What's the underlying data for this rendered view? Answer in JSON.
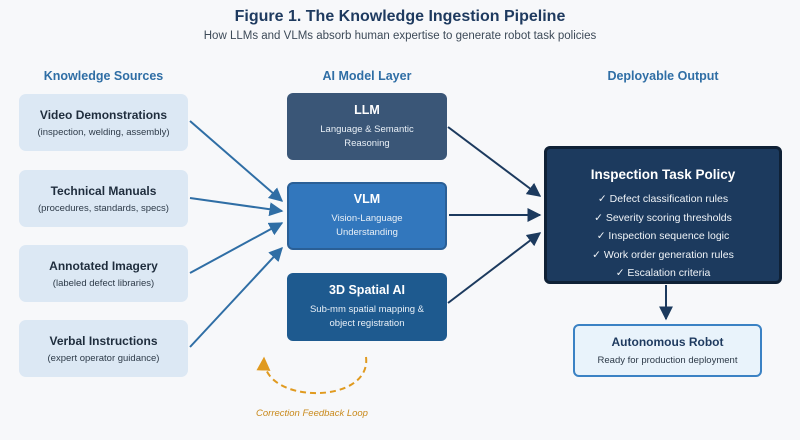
{
  "title": "Figure 1. The Knowledge Ingestion Pipeline",
  "subtitle": "How LLMs and VLMs absorb human expertise to generate robot task policies",
  "columns": {
    "sources": "Knowledge Sources",
    "models": "AI Model Layer",
    "output": "Deployable Output"
  },
  "sources": [
    {
      "name": "Video Demonstrations",
      "desc": "(inspection, welding, assembly)"
    },
    {
      "name": "Technical Manuals",
      "desc": "(procedures, standards, specs)"
    },
    {
      "name": "Annotated Imagery",
      "desc": "(labeled defect libraries)"
    },
    {
      "name": "Verbal Instructions",
      "desc": "(expert operator guidance)"
    }
  ],
  "models": {
    "llm": {
      "name": "LLM",
      "desc": "Language & Semantic Reasoning"
    },
    "vlm": {
      "name": "VLM",
      "desc": "Vision-Language Understanding"
    },
    "spatial": {
      "name": "3D Spatial AI",
      "desc": "Sub-mm spatial mapping & object registration"
    }
  },
  "policy": {
    "name": "Inspection Task Policy",
    "items": [
      "✓ Defect classification rules",
      "✓ Severity scoring thresholds",
      "✓ Inspection sequence logic",
      "✓ Work order generation rules",
      "✓ Escalation criteria"
    ]
  },
  "robot": {
    "name": "Autonomous Robot",
    "desc": "Ready for production deployment"
  },
  "feedback_label": "Correction Feedback Loop",
  "colors": {
    "arrow_blue": "#2f6ea5",
    "arrow_dark": "#1c3a5e",
    "feedback": "#e09a1f"
  }
}
